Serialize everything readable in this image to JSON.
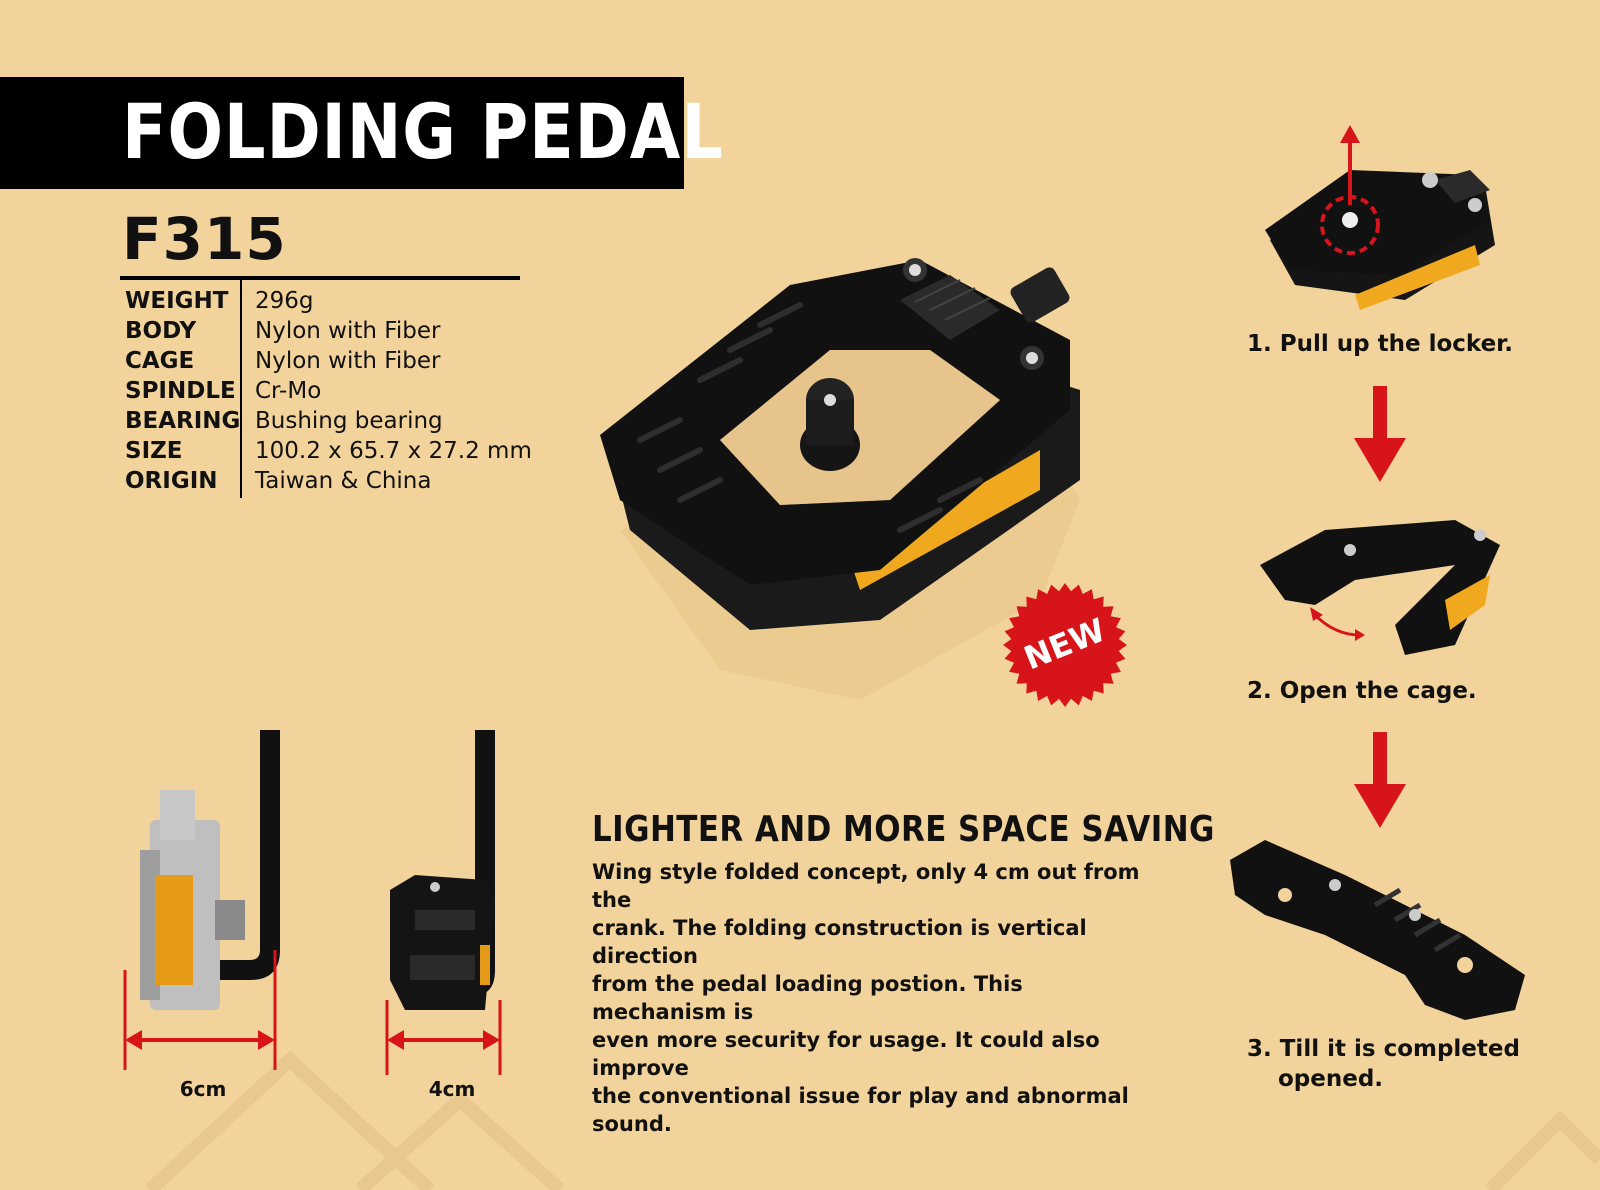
{
  "title": "FOLDING PEDAL",
  "model": "F315",
  "specs": [
    {
      "label": "WEIGHT",
      "value": "296g"
    },
    {
      "label": "BODY",
      "value": "Nylon with Fiber"
    },
    {
      "label": "CAGE",
      "value": "Nylon with Fiber"
    },
    {
      "label": "SPINDLE",
      "value": "Cr-Mo"
    },
    {
      "label": "BEARING",
      "value": "Bushing bearing"
    },
    {
      "label": "SIZE",
      "value": "100.2 x 65.7 x 27.2 mm"
    },
    {
      "label": "ORIGIN",
      "value": "Taiwan & China"
    }
  ],
  "badge": "NEW",
  "steps": [
    {
      "label": "1. Pull up the locker."
    },
    {
      "label": "2. Open the cage."
    },
    {
      "label": "3. Till it is completed",
      "label_line2": "opened."
    }
  ],
  "dimensions": {
    "unfolded": "6cm",
    "folded": "4cm"
  },
  "feature": {
    "heading": "LIGHTER AND MORE SPACE SAVING",
    "lines": [
      "Wing style folded concept, only 4 cm out from the",
      "crank. The folding construction is vertical direction",
      "from the pedal loading postion. This mechanism is",
      "even more security for usage. It could also improve",
      "the conventional issue for play and abnormal sound."
    ]
  },
  "colors": {
    "background": "#f2d39c",
    "accent_red": "#d7141a",
    "black": "#000000",
    "reflector": "#f0a91e"
  }
}
